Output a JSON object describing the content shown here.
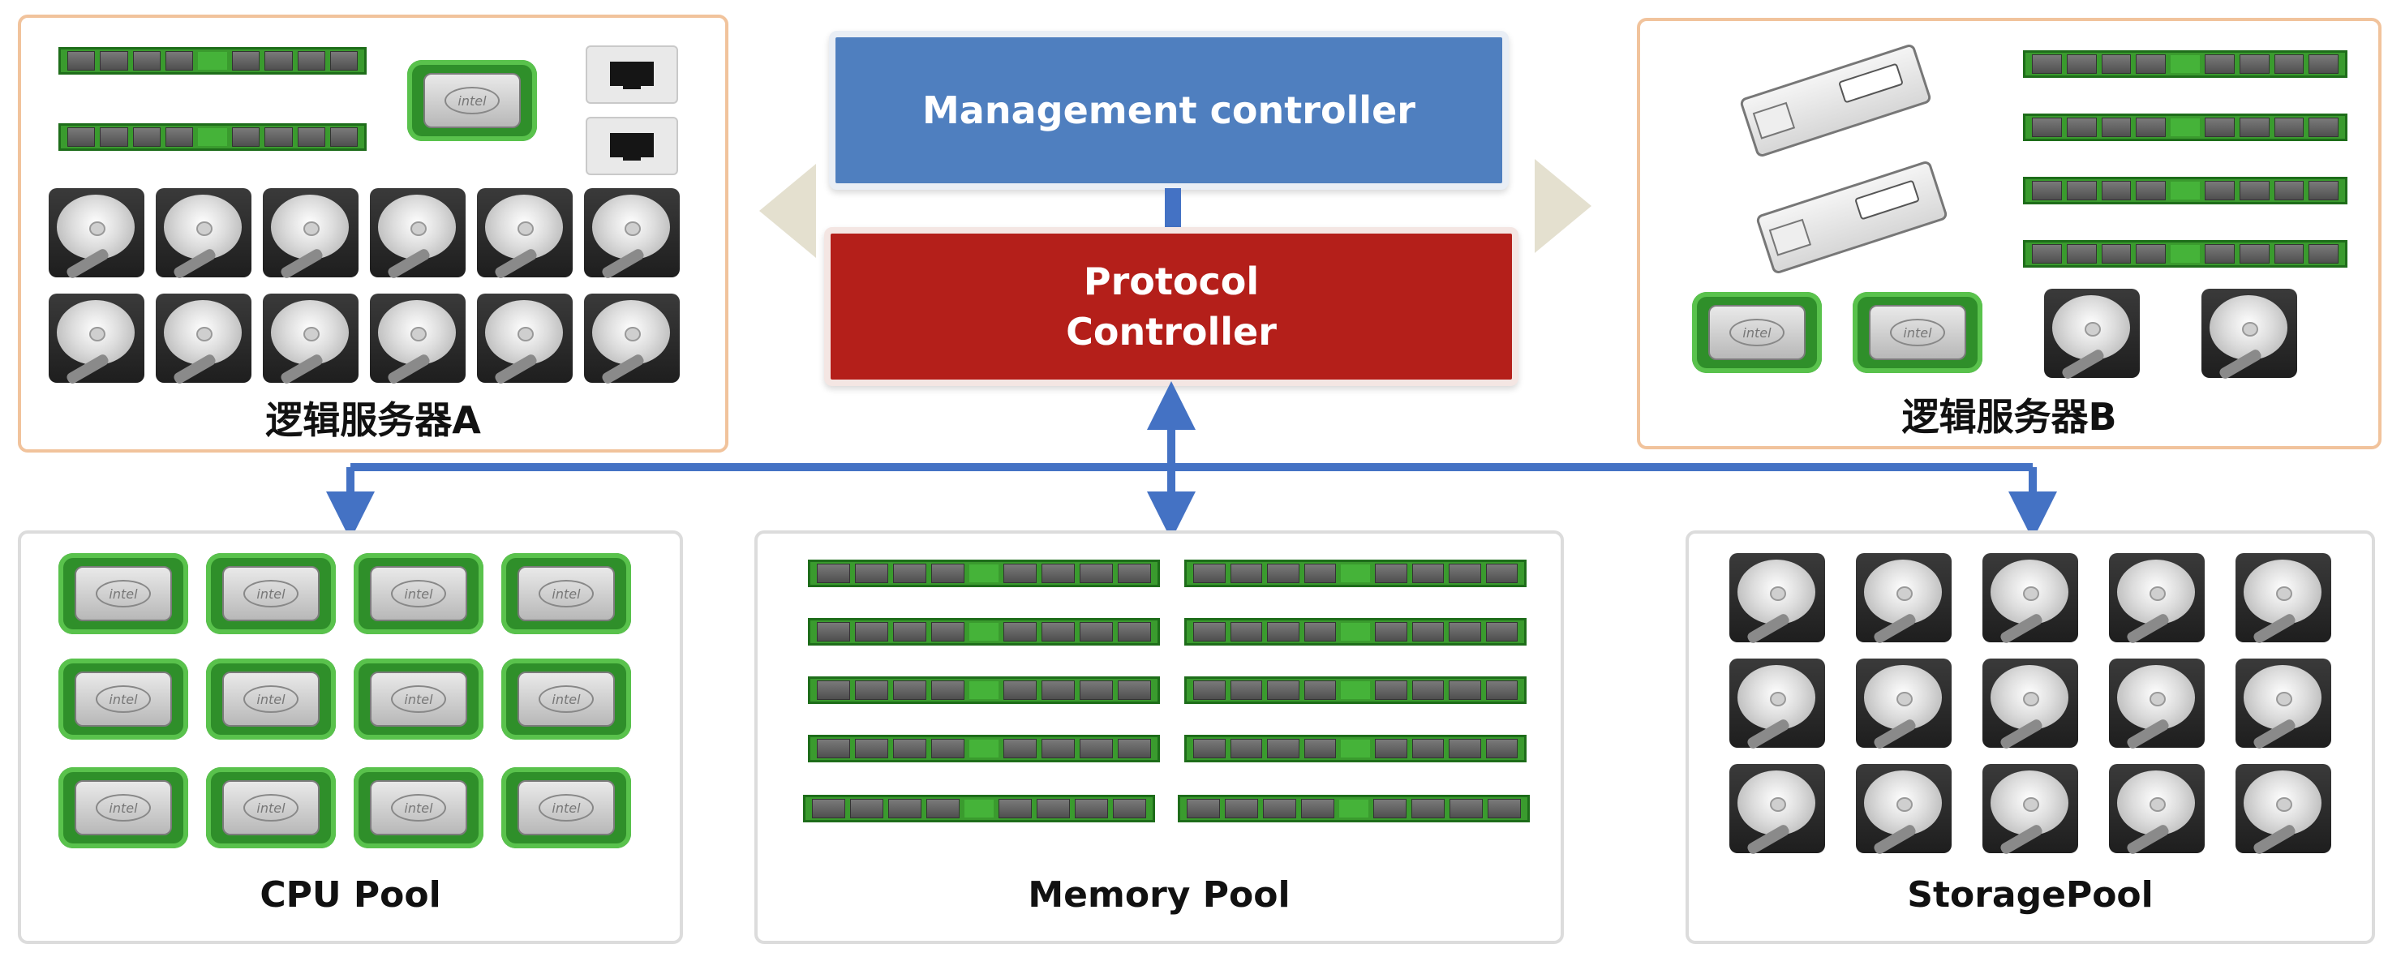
{
  "controllers": {
    "management": "Management controller",
    "protocol_line1": "Protocol",
    "protocol_line2": "Controller"
  },
  "server_a": {
    "label": "逻辑服务器A"
  },
  "server_b": {
    "label": "逻辑服务器B"
  },
  "pools": {
    "cpu": "CPU Pool",
    "memory": "Memory Pool",
    "storage": "StoragePool"
  },
  "icons": {
    "cpu_logo": "intel"
  },
  "colors": {
    "management": "#4f7fbf",
    "protocol": "#b41f1a",
    "connector": "#4472c4",
    "server_border": "#f1c39c",
    "pool_border": "#dcdcdc"
  }
}
